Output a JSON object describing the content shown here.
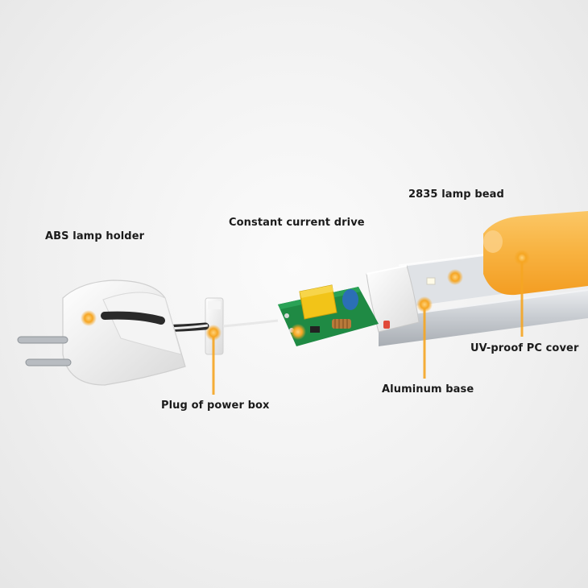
{
  "labels": {
    "abs_holder": "ABS lamp holder",
    "constant_drive": "Constant current drive",
    "lamp_bead": "2835 lamp bead",
    "uv_cover": "UV-proof PC cover",
    "aluminum_base": "Aluminum base",
    "power_plug": "Plug of power box"
  },
  "colors": {
    "accent_orange": "#f6a623",
    "pc_cover": "#f9b64a",
    "pcb_green": "#1f8a44",
    "relay_yellow": "#f2c418",
    "capacitor_blue": "#2b6fb5",
    "aluminum": "#c9cdd2"
  }
}
